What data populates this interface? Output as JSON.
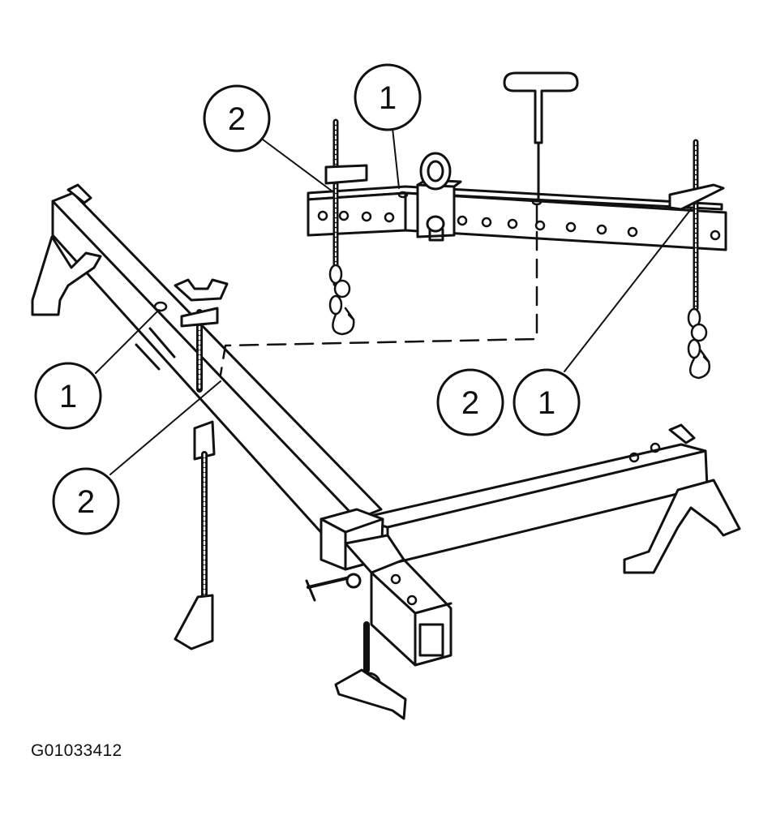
{
  "figure": {
    "code": "G01033412",
    "callouts": [
      {
        "id": "c-top-2",
        "label": "2"
      },
      {
        "id": "c-top-1",
        "label": "1"
      },
      {
        "id": "c-left-1",
        "label": "1"
      },
      {
        "id": "c-left-2",
        "label": "2"
      },
      {
        "id": "c-right-2",
        "label": "2"
      },
      {
        "id": "c-right-1",
        "label": "1"
      }
    ]
  }
}
